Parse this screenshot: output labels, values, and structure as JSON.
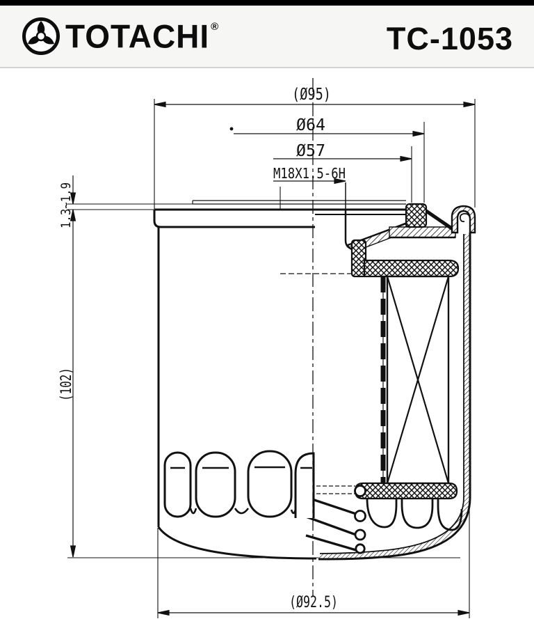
{
  "header": {
    "brand": "TOTACHI",
    "registered_mark": "®",
    "part_number": "TC-1053",
    "bar_color": "#000000",
    "background": "#f6f6f5"
  },
  "drawing": {
    "type": "oil-filter-cross-section",
    "line_color": "#111111",
    "dimensions": {
      "outer_diameter_top": "(Ø95)",
      "gasket_outer_diameter": "Ø64",
      "gasket_inner_diameter": "Ø57",
      "thread": "M18X1.5-6H",
      "plate_thickness": "1.3~1.9",
      "height": "(102)",
      "body_diameter": "(Ø92.5)"
    }
  }
}
